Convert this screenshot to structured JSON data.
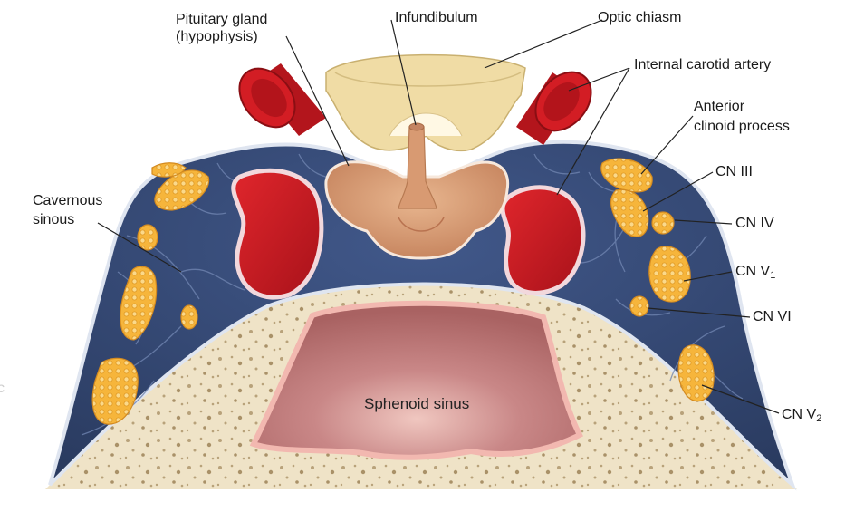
{
  "labels": {
    "pituitary_line1": "Pituitary gland",
    "pituitary_line2": "(hypophysis)",
    "infundibulum": "Infundibulum",
    "optic_chiasm": "Optic chiasm",
    "internal_carotid": "Internal carotid artery",
    "anterior_line1": "Anterior",
    "anterior_line2": "clinoid process",
    "cavernous_line1": "Cavernous",
    "cavernous_line2": "sinous",
    "cn3": "CN III",
    "cn4": "CN IV",
    "cn5_1_base": "CN V",
    "cn5_1_sub": "1",
    "cn6": "CN VI",
    "cn5_2_base": "CN V",
    "cn5_2_sub": "2",
    "sphenoid": "Sphenoid sinus",
    "edge_glyph": "c"
  },
  "colors": {
    "bone": "#efe3c7",
    "sinus_dark": "#2f4268",
    "sinus_mid": "#3d5580",
    "artery": "#cf1820",
    "nerve": "#f6b53b",
    "pituitary": "#d59a72",
    "chiasm": "#eed9a0",
    "sphenoid": "#c57e7e"
  }
}
